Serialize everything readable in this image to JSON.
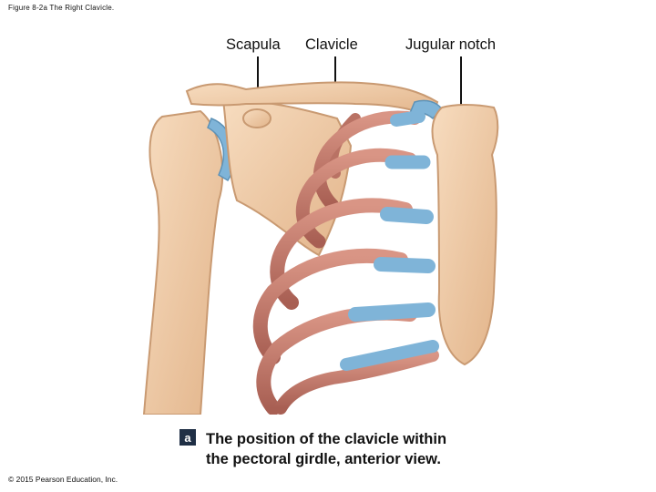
{
  "figure_title": "Figure 8-2a The Right Clavicle.",
  "labels": {
    "scapula": "Scapula",
    "clavicle": "Clavicle",
    "jugular_notch": "Jugular notch"
  },
  "panel": {
    "badge": "a",
    "caption_line1": "The position of the clavicle within",
    "caption_line2": "the pectoral girdle, anterior view."
  },
  "copyright": "© 2015 Pearson Education, Inc.",
  "colors": {
    "bone": "#f2caa0",
    "bone_shadow": "#d9a77d",
    "rib": "#c98274",
    "rib_dark": "#9f5a50",
    "cartilage": "#7fb4d8"
  }
}
